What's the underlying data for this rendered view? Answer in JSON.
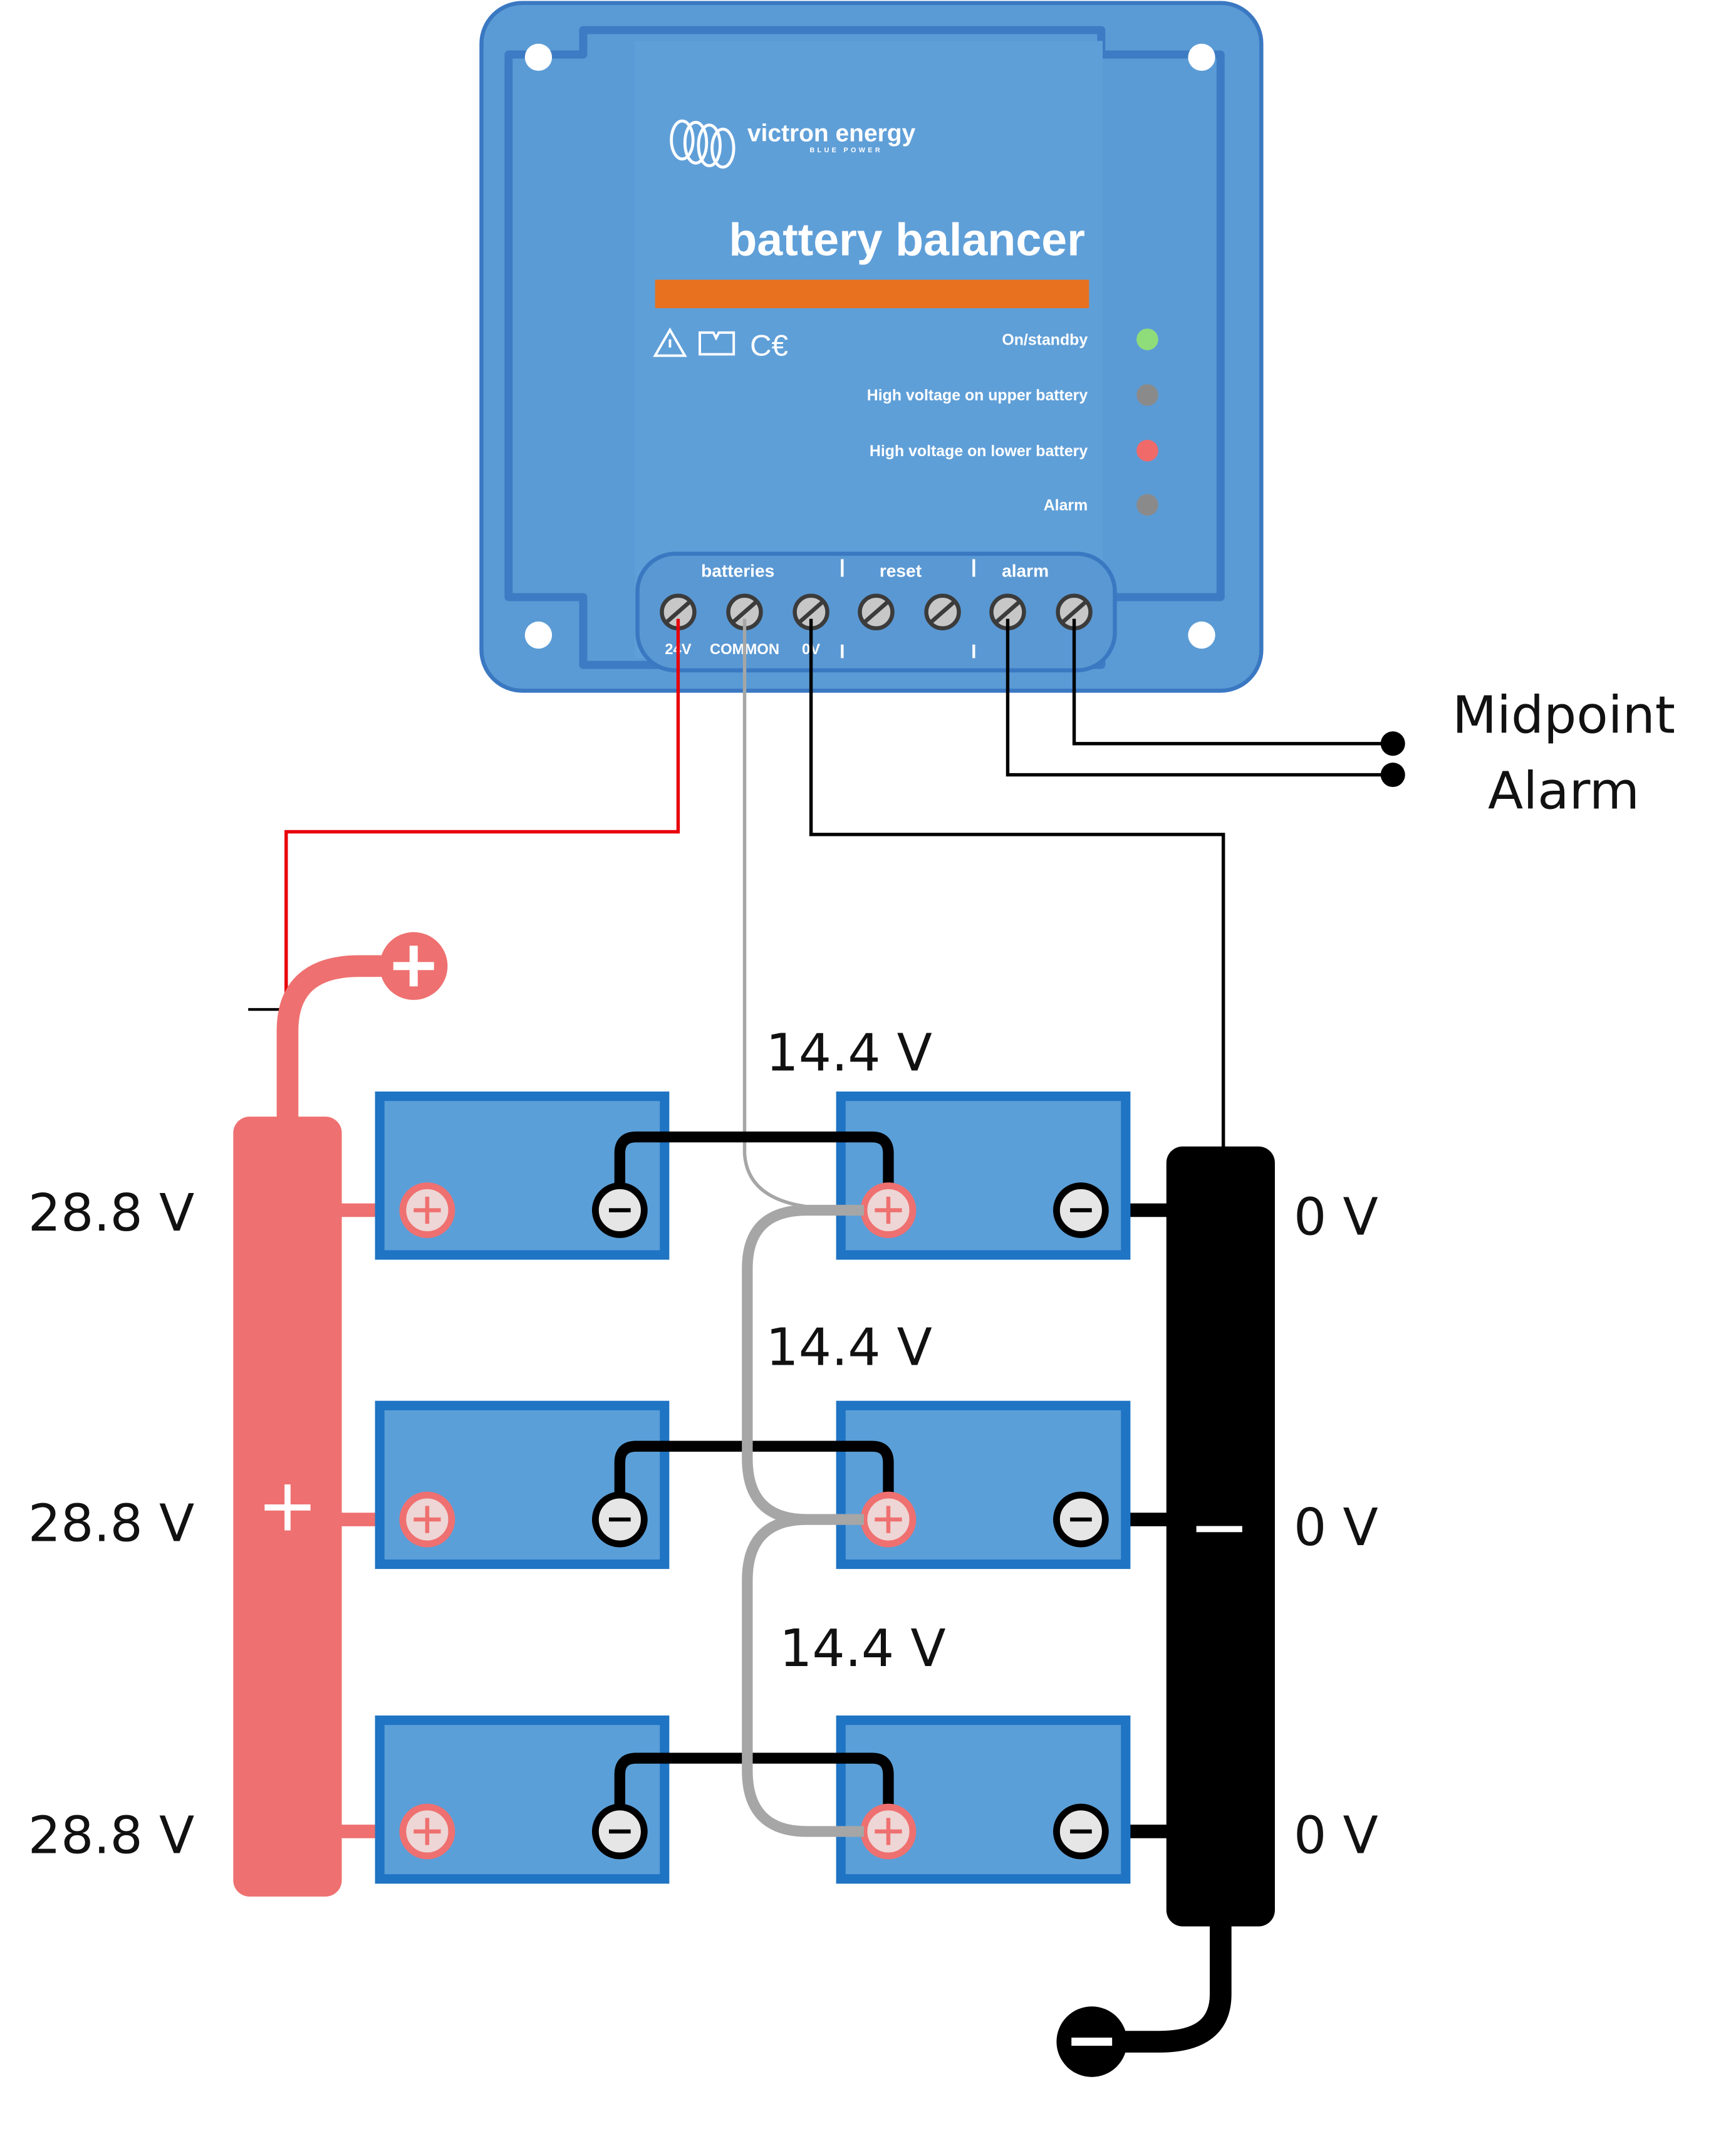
{
  "device": {
    "brand": "victron energy",
    "tagline": "BLUE POWER",
    "title": "battery balancer",
    "leds": [
      {
        "label": "On/standby",
        "color": "#8fdc7a"
      },
      {
        "label": "High voltage on upper battery",
        "color": "#8a8a8a"
      },
      {
        "label": "High voltage on lower battery",
        "color": "#f06a6a"
      },
      {
        "label": "Alarm",
        "color": "#8a8a8a"
      }
    ],
    "terminal_groups": [
      "batteries",
      "reset",
      "alarm"
    ],
    "terminal_labels": [
      "24V",
      "COMMON",
      "0V"
    ]
  },
  "alarm_output_label": [
    "Midpoint",
    "Alarm"
  ],
  "voltages": {
    "left": [
      "28.8 V",
      "28.8 V",
      "28.8 V"
    ],
    "middle": [
      "14.4 V",
      "14.4 V",
      "14.4 V"
    ],
    "right": [
      "0 V",
      "0 V",
      "0 V"
    ]
  },
  "busbars": {
    "positive_symbol": "+",
    "negative_symbol": "−"
  },
  "colors": {
    "device_blue": "#5b9bd5",
    "device_border": "#3a78c2",
    "orange_stripe": "#e8711f",
    "battery_blue": "#5b9fd8",
    "battery_border": "#1f74c4",
    "positive_red": "#ef7070",
    "wire_red": "#e8000b",
    "common_gray": "#a6a6a6",
    "negative_black": "#000000"
  }
}
